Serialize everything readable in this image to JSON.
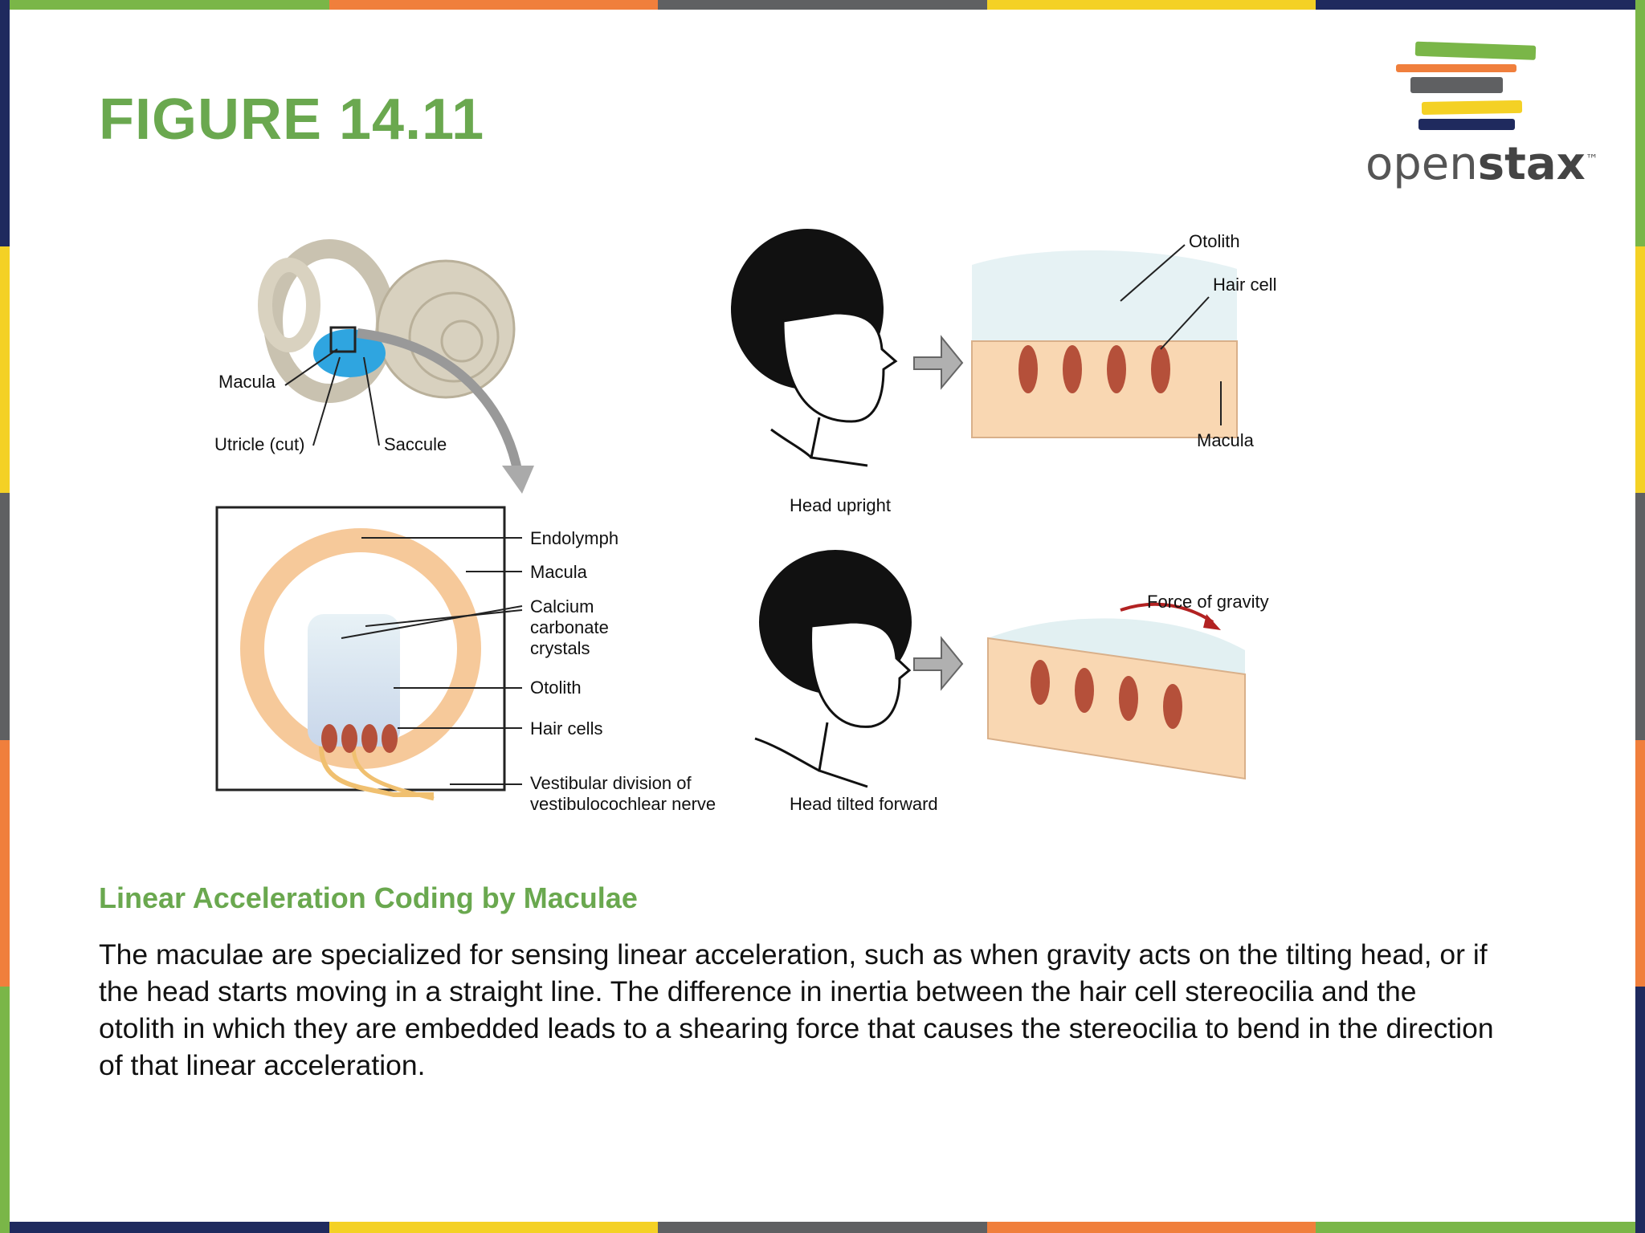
{
  "colors": {
    "accent_green": "#6aa84f",
    "bar_segments": [
      "#7ab648",
      "#f07f3c",
      "#5f6062",
      "#f4d125",
      "#1f2a5e"
    ]
  },
  "figure": {
    "title": "FIGURE 14.11",
    "subtitle": "Linear Acceleration Coding by Maculae",
    "caption": "The maculae are specialized for sensing linear acceleration, such as when gravity acts on the tilting head, or if the head starts moving in a straight line. The difference in inertia between the hair cell stereocilia and the otolith in which they are embedded leads to a shearing force that causes the stereocilia to bend in the direction of that linear acceleration."
  },
  "logo": {
    "text_light": "open",
    "text_bold": "stax",
    "tm": "™"
  },
  "labels": {
    "macula_ear": "Macula",
    "utricle": "Utricle (cut)",
    "saccule": "Saccule",
    "endolymph": "Endolymph",
    "macula_inset": "Macula",
    "calcium_1": "Calcium",
    "calcium_2": "carbonate",
    "calcium_3": "crystals",
    "otolith_inset": "Otolith",
    "hair_cells": "Hair cells",
    "vestibular_1": "Vestibular division of",
    "vestibular_2": "vestibulocochlear nerve",
    "head_upright": "Head upright",
    "head_tilted": "Head tilted forward",
    "otolith_top": "Otolith",
    "hair_cell_top": "Hair cell",
    "macula_top": "Macula",
    "force_gravity": "Force of gravity"
  }
}
